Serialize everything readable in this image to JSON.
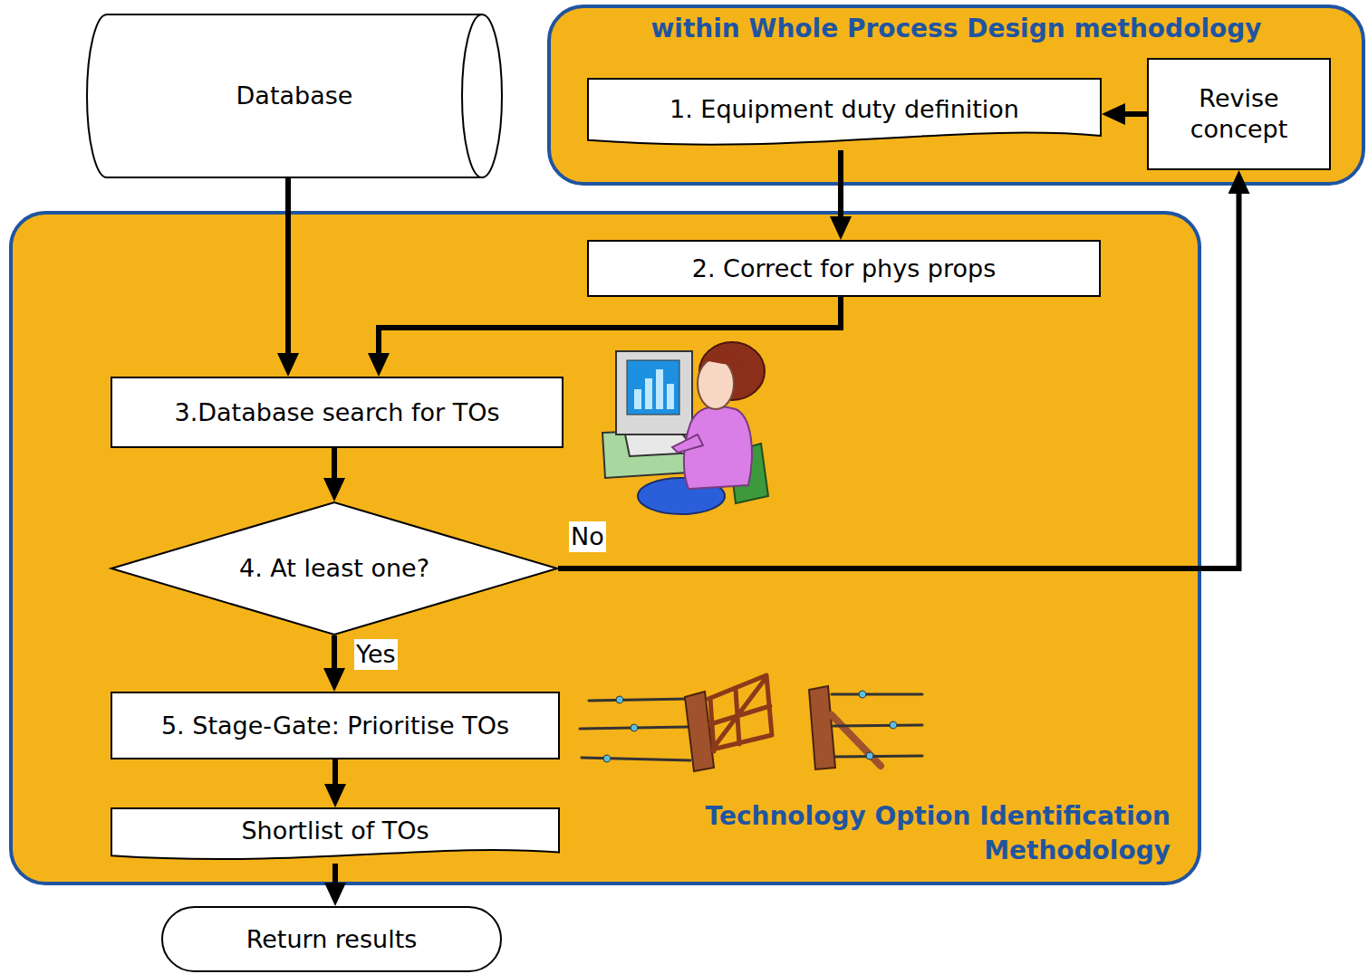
{
  "diagram": {
    "nodes": [
      {
        "text": [
          "Database"
        ]
      },
      {
        "text": [
          "within Whole Process Design methodology"
        ]
      },
      {
        "text": [
          "1. Equipment duty definition"
        ],
        "in": 1
      },
      {
        "text": [
          "Revise concept"
        ],
        "in": 1
      },
      {
        "text": [
          "Technology Option Identification Methodology"
        ]
      },
      {
        "text": [
          "2. Correct for phys props"
        ],
        "in": 4
      },
      {
        "text": [
          "3.Database search for TOs"
        ],
        "in": 4
      },
      {
        "text": [
          "4. At least one?"
        ],
        "in": 4
      },
      {
        "text": [
          "5. Stage-Gate: Prioritise TOs"
        ],
        "in": 4
      },
      {
        "text": [
          "Shortlist of TOs"
        ],
        "in": 4
      },
      {
        "text": [
          "Return results"
        ]
      }
    ],
    "edges": [
      {
        "from": 0,
        "to": 6,
        "arrow": "to"
      },
      {
        "from": 2,
        "to": 5,
        "arrow": "to"
      },
      {
        "from": 5,
        "to": 6,
        "arrow": "to"
      },
      {
        "from": 6,
        "to": 7,
        "arrow": "to"
      },
      {
        "from": 7,
        "to": 3,
        "label": "No",
        "arrow": "to"
      },
      {
        "from": 7,
        "to": 8,
        "label": "Yes",
        "arrow": "to"
      },
      {
        "from": 8,
        "to": 9,
        "arrow": "to"
      },
      {
        "from": 9,
        "to": 10,
        "arrow": "to"
      },
      {
        "from": 3,
        "to": 2,
        "arrow": "to"
      }
    ]
  }
}
